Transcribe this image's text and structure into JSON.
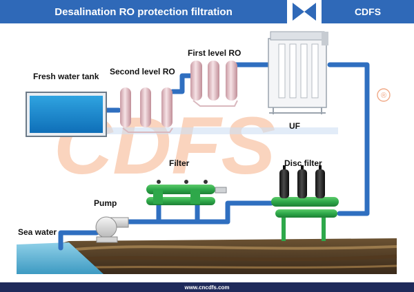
{
  "header": {
    "title": "Desalination RO protection filtration",
    "brand": "CDFS"
  },
  "watermark": {
    "text": "CDFS",
    "registered_mark": "®"
  },
  "labels": {
    "fresh_water_tank": "Fresh water tank",
    "second_level_ro": "Second level RO",
    "first_level_ro": "First level RO",
    "uf": "UF",
    "filter": "Filter",
    "disc_filter": "Disc filter",
    "pump": "Pump",
    "sea_water": "Sea water"
  },
  "footer": {
    "url": "www.cncdfs.com"
  },
  "colors": {
    "header_blue": "#2f69b8",
    "pipe_blue": "#2f6fc0",
    "filter_green": "#2ea84a",
    "tank_water": "#1a8fd0",
    "ro_pink": "#e8c6cc",
    "footer_navy": "#1f2a5a",
    "watermark_orange": "#f6b28a",
    "watermark_blue": "#a8c6ea"
  }
}
